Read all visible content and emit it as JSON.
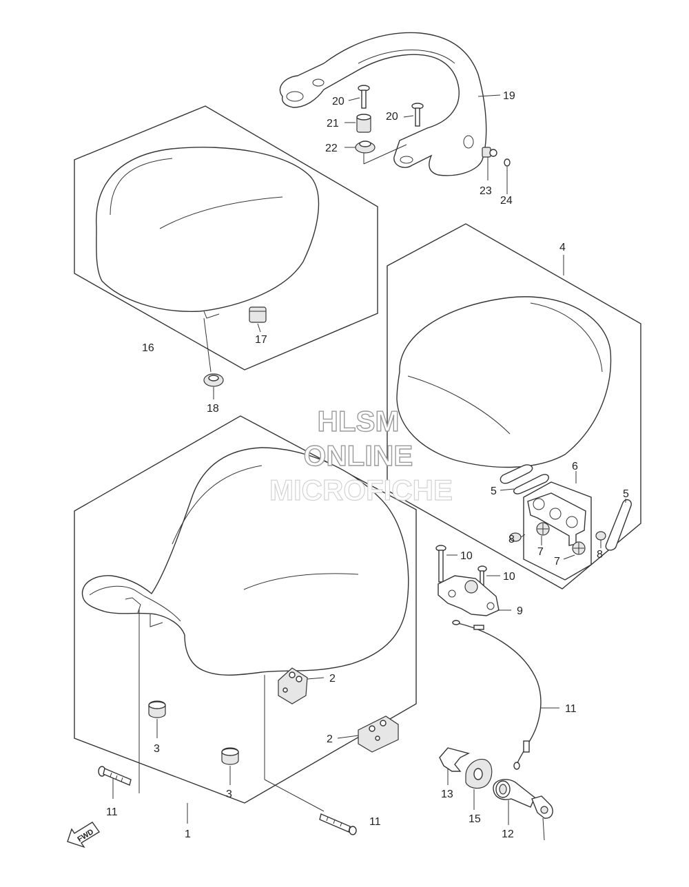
{
  "watermark": {
    "line1": "HLSM",
    "line2": "ONLINE",
    "line3": "MICROFICHE"
  },
  "fwd_label": "FWD",
  "callouts": {
    "c1": "1",
    "c2a": "2",
    "c2b": "2",
    "c3a": "3",
    "c3b": "3",
    "c4": "4",
    "c5a": "5",
    "c5b": "5",
    "c6": "6",
    "c7a": "7",
    "c7b": "7",
    "c8a": "8",
    "c8b": "8",
    "c9": "9",
    "c10a": "10",
    "c10b": "10",
    "c11a": "11",
    "c11b": "11",
    "c11c": "11",
    "c12": "12",
    "c13": "13",
    "c15": "15",
    "c16": "16",
    "c17": "17",
    "c18": "18",
    "c19": "19",
    "c20a": "20",
    "c20b": "20",
    "c21": "21",
    "c22": "22",
    "c23": "23",
    "c24": "24"
  }
}
